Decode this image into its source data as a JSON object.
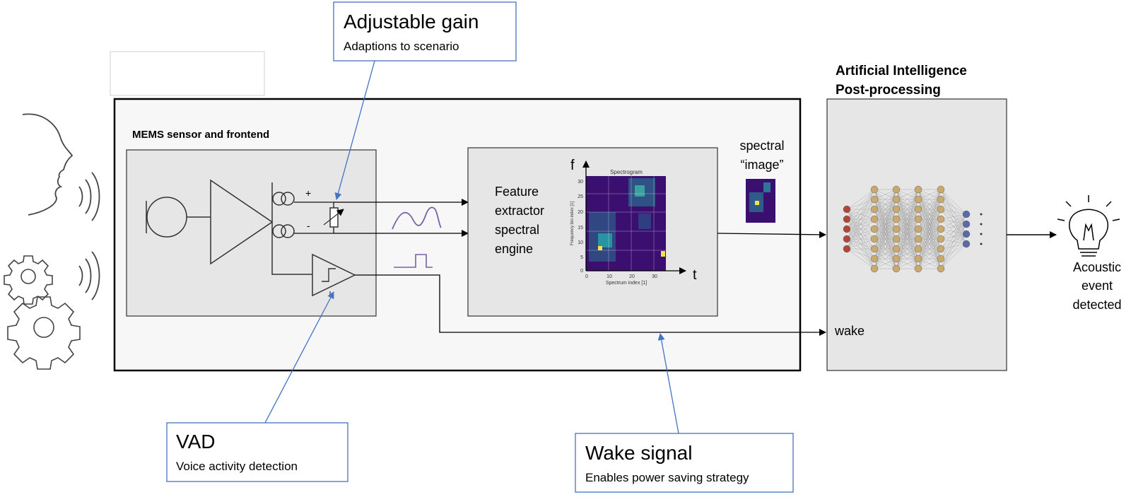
{
  "callouts": {
    "gain": {
      "title": "Adjustable gain",
      "subtitle": "Adaptions to scenario"
    },
    "vad": {
      "title": "VAD",
      "subtitle": "Voice activity detection"
    },
    "wake": {
      "title": "Wake signal",
      "subtitle": "Enables power saving strategy"
    }
  },
  "mems_label": "MEMS sensor and frontend",
  "plus_sign": "+",
  "minus_sign": "-",
  "feature_extractor": {
    "line1": "Feature",
    "line2": "extractor",
    "line3": "spectral",
    "line4": "engine"
  },
  "spectrogram": {
    "title": "Spectrogram",
    "xlabel": "Spectrum index [1]",
    "ylabel": "Frequency bin index [1]",
    "xticks": [
      "0",
      "10",
      "20",
      "30"
    ],
    "yticks": [
      "0",
      "5",
      "10",
      "15",
      "20",
      "25",
      "30"
    ],
    "f_axis": "f",
    "t_axis": "t"
  },
  "spectral_image": {
    "line1": "spectral",
    "line2": "“image”"
  },
  "ai": {
    "line1": "Artificial Intelligence",
    "line2": "Post-processing"
  },
  "wake_label": "wake",
  "output": {
    "line1": "Acoustic",
    "line2": "event",
    "line3": "detected"
  },
  "colors": {
    "callout_border": "#4472c4",
    "callout_arrow": "#4472c4",
    "panel_fill": "#f7f7f7",
    "block_fill": "#e6e6e6",
    "signal_purple": "#7b5ea7",
    "spectro_bg": "#3b0f70",
    "nn_red": "#b0473b",
    "nn_gold": "#c9a96e",
    "nn_blue": "#5a6aa8"
  }
}
